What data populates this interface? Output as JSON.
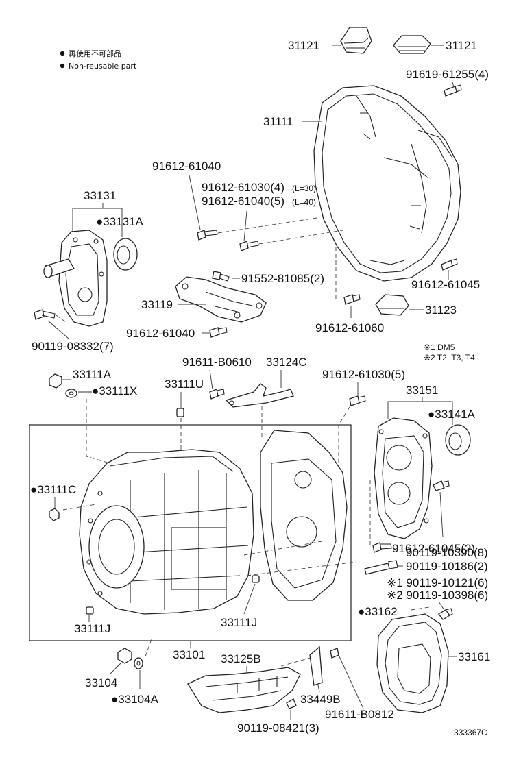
{
  "legend": {
    "items": [
      {
        "text": "再使用不可部品",
        "icon": "filled-circle"
      },
      {
        "text": "Non-reusable part",
        "icon": "filled-circle"
      }
    ]
  },
  "notes": [
    "※1 DM5",
    "※2 T2, T3, T4"
  ],
  "labels": {
    "p31121_left": "31121",
    "p31121_right": "31121",
    "p91619": "91619-61255(4)",
    "p31111": "31111",
    "p91612_61040_top": "91612-61040",
    "p91612_61030_4": "91612-61030(4)",
    "p91612_61030_4_note": "(L=30)",
    "p91612_61040_5": "91612-61040(5)",
    "p91612_61040_5_note": "(L=40)",
    "p33131": "33131",
    "p33131A": "●33131A",
    "p91552": "91552-81085(2)",
    "p33119": "33119",
    "p91612_61045": "91612-61045",
    "p31123": "31123",
    "p91612_61040_mid": "91612-61040",
    "p91612_61060": "91612-61060",
    "p90119_08332": "90119-08332(7)",
    "p33111A": "33111A",
    "p33111X": "●33111X",
    "p91611_B0610": "91611-B0610",
    "p33124C": "33124C",
    "p33111U": "33111U",
    "p91612_61030_5": "91612-61030(5)",
    "p33151": "33151",
    "p33141A": "●33141A",
    "p33111C": "●33111C",
    "p90119_10390": "90119-10390(8)",
    "p91612_61045_2": "91612-61045(2)",
    "p90119_10186": "90119-10186(2)",
    "p90119_10121": "※1 90119-10121(6)",
    "p90119_10398": "※2 90119-10398(6)",
    "p33162": "●33162",
    "p33111J_left": "33111J",
    "p33111J_right": "33111J",
    "p33101": "33101",
    "p33161": "33161",
    "p33125B": "33125B",
    "p33104": "33104",
    "p33104A": "●33104A",
    "p33449B": "33449B",
    "p91611_B0812": "91611-B0812",
    "p90119_08421": "90119-08421(3)"
  },
  "diagram_code": "333367C"
}
